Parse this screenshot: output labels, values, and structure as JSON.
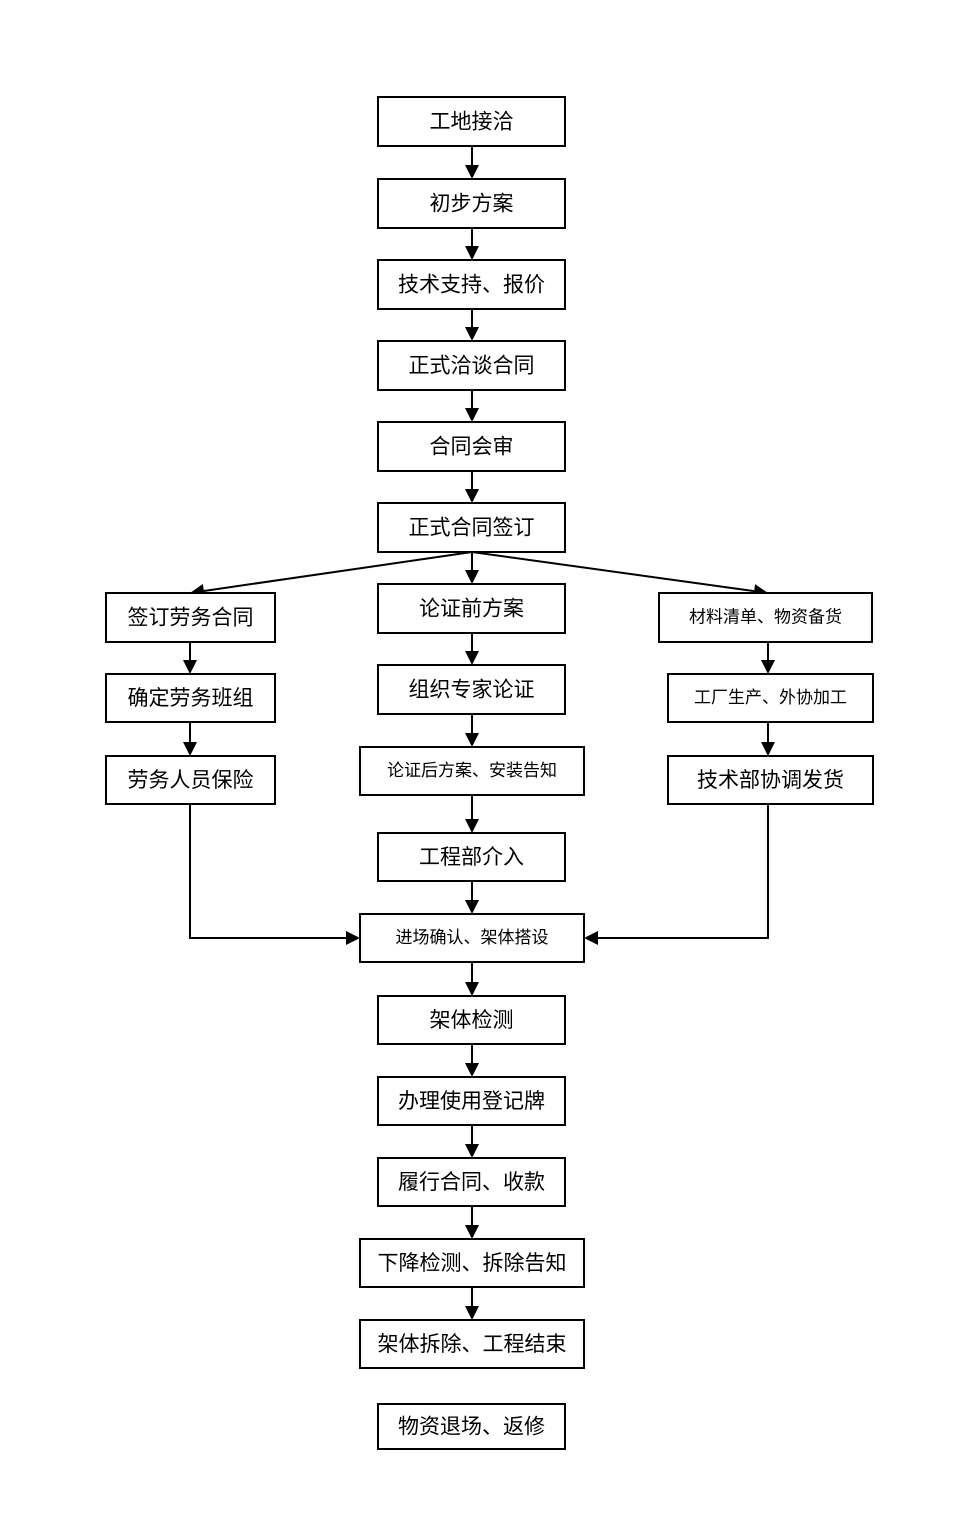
{
  "diagram": {
    "nodes": [
      {
        "id": "site_contact",
        "label": "工地接洽"
      },
      {
        "id": "preliminary_plan",
        "label": "初步方案"
      },
      {
        "id": "tech_quote",
        "label": "技术支持、报价"
      },
      {
        "id": "contract_negotiation",
        "label": "正式洽谈合同"
      },
      {
        "id": "contract_review",
        "label": "合同会审"
      },
      {
        "id": "contract_signing",
        "label": "正式合同签订"
      },
      {
        "id": "labor_contract",
        "label": "签订劳务合同"
      },
      {
        "id": "labor_team",
        "label": "确定劳务班组"
      },
      {
        "id": "labor_insurance",
        "label": "劳务人员保险"
      },
      {
        "id": "pre_demo_plan",
        "label": "论证前方案"
      },
      {
        "id": "expert_review",
        "label": "组织专家论证"
      },
      {
        "id": "post_demo_plan",
        "label": "论证后方案、安装告知"
      },
      {
        "id": "engineering_dept",
        "label": "工程部介入"
      },
      {
        "id": "material_list",
        "label": "材料清单、物资备货"
      },
      {
        "id": "factory_production",
        "label": "工厂生产、外协加工"
      },
      {
        "id": "tech_dispatch",
        "label": "技术部协调发货"
      },
      {
        "id": "site_entry",
        "label": "进场确认、架体搭设"
      },
      {
        "id": "frame_inspection",
        "label": "架体检测"
      },
      {
        "id": "registration",
        "label": "办理使用登记牌"
      },
      {
        "id": "contract_payment",
        "label": "履行合同、收款"
      },
      {
        "id": "descent_inspection",
        "label": "下降检测、拆除告知"
      },
      {
        "id": "dismantle",
        "label": "架体拆除、工程结束"
      },
      {
        "id": "material_return",
        "label": "物资退场、返修"
      }
    ],
    "edges": [
      {
        "from": "site_contact",
        "to": "preliminary_plan"
      },
      {
        "from": "preliminary_plan",
        "to": "tech_quote"
      },
      {
        "from": "tech_quote",
        "to": "contract_negotiation"
      },
      {
        "from": "contract_negotiation",
        "to": "contract_review"
      },
      {
        "from": "contract_review",
        "to": "contract_signing"
      },
      {
        "from": "contract_signing",
        "to": "labor_contract"
      },
      {
        "from": "contract_signing",
        "to": "pre_demo_plan"
      },
      {
        "from": "contract_signing",
        "to": "material_list"
      },
      {
        "from": "labor_contract",
        "to": "labor_team"
      },
      {
        "from": "labor_team",
        "to": "labor_insurance"
      },
      {
        "from": "pre_demo_plan",
        "to": "expert_review"
      },
      {
        "from": "expert_review",
        "to": "post_demo_plan"
      },
      {
        "from": "post_demo_plan",
        "to": "engineering_dept"
      },
      {
        "from": "material_list",
        "to": "factory_production"
      },
      {
        "from": "factory_production",
        "to": "tech_dispatch"
      },
      {
        "from": "labor_insurance",
        "to": "site_entry"
      },
      {
        "from": "engineering_dept",
        "to": "site_entry"
      },
      {
        "from": "tech_dispatch",
        "to": "site_entry"
      },
      {
        "from": "site_entry",
        "to": "frame_inspection"
      },
      {
        "from": "frame_inspection",
        "to": "registration"
      },
      {
        "from": "registration",
        "to": "contract_payment"
      },
      {
        "from": "contract_payment",
        "to": "descent_inspection"
      },
      {
        "from": "descent_inspection",
        "to": "dismantle"
      }
    ]
  }
}
